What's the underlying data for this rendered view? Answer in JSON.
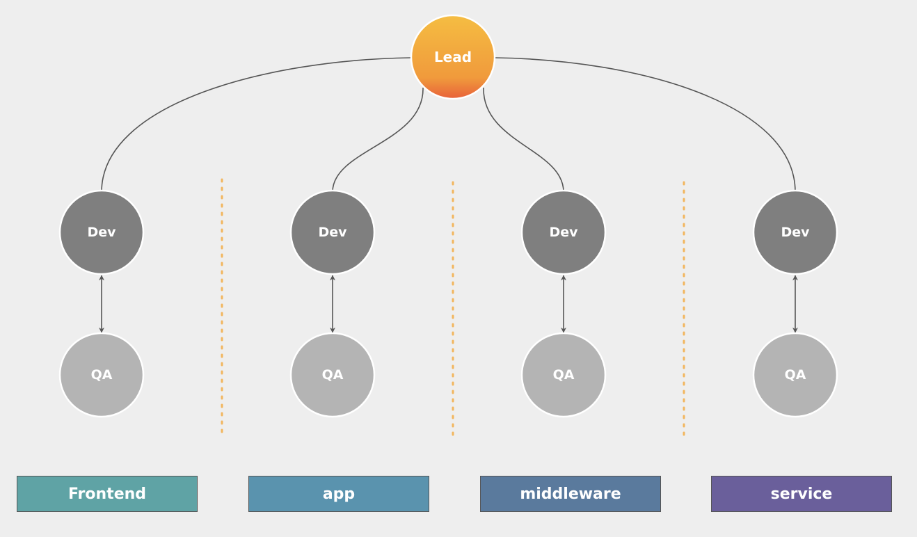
{
  "lead": {
    "label": "Lead",
    "color_top": "#F5BD42",
    "color_bottom": "#E8613A"
  },
  "columns": [
    {
      "dev_label": "Dev",
      "qa_label": "QA",
      "team": "Frontend",
      "team_color": "#5FA3A5"
    },
    {
      "dev_label": "Dev",
      "qa_label": "QA",
      "team": "app",
      "team_color": "#5A93AE"
    },
    {
      "dev_label": "Dev",
      "qa_label": "QA",
      "team": "middleware",
      "team_color": "#5A7A9D"
    },
    {
      "dev_label": "Dev",
      "qa_label": "QA",
      "team": "service",
      "team_color": "#6A5F9B"
    }
  ],
  "colors": {
    "background": "#EEEEEE",
    "dev_node": "#7F7F7F",
    "qa_node": "#B4B4B4",
    "connector": "#555555",
    "divider": "#F2B65E"
  }
}
